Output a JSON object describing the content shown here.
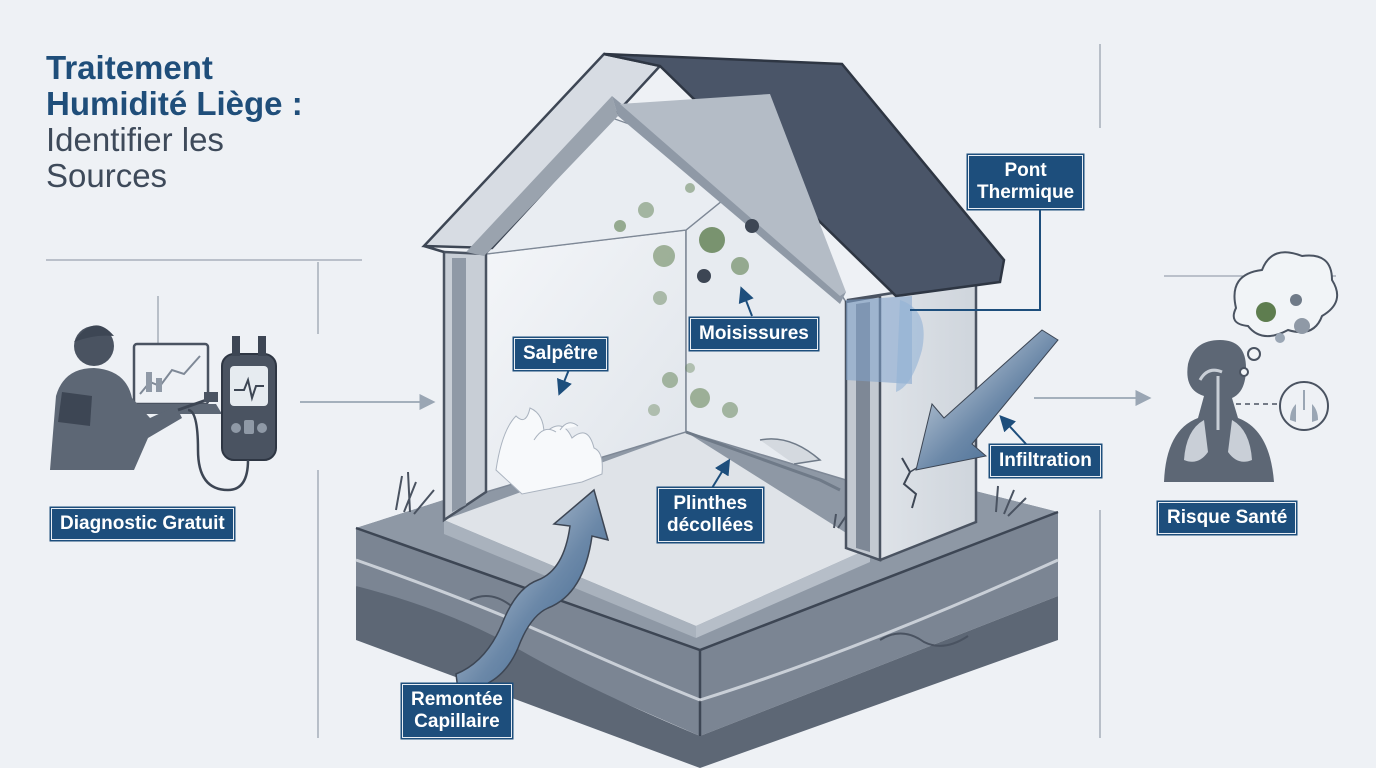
{
  "title": {
    "line1": "Traitement",
    "line2": "Humidité Liège :",
    "line3": "Identifier les",
    "line4": "Sources"
  },
  "labels": {
    "diagnostic": "Diagnostic Gratuit",
    "salpetre": "Salpêtre",
    "moisissures": "Moisissures",
    "pont_line1": "Pont",
    "pont_line2": "Thermique",
    "plinthes_line1": "Plinthes",
    "plinthes_line2": "décollées",
    "infiltration": "Infiltration",
    "remontee_line1": "Remontée",
    "remontee_line2": "Capillaire",
    "risque": "Risque Santé"
  },
  "colors": {
    "label_bg": "#1d4e7c",
    "title_blue": "#1f4e7a",
    "roof": "#4a5568",
    "background": "#eef1f5",
    "mold": "#5e7d4f"
  }
}
